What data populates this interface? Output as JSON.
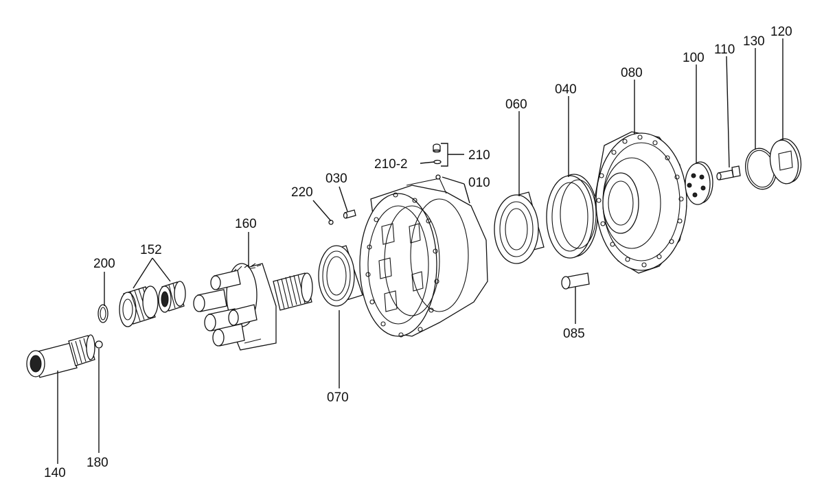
{
  "labels": {
    "l200": "200",
    "l152": "152",
    "l160": "160",
    "l220": "220",
    "l030": "030",
    "l210_2": "210-2",
    "l210": "210",
    "l010": "010",
    "l060": "060",
    "l040": "040",
    "l080": "080",
    "l100": "100",
    "l110": "110",
    "l130": "130",
    "l120": "120",
    "l070": "070",
    "l085": "085",
    "l140": "140",
    "l180": "180"
  }
}
